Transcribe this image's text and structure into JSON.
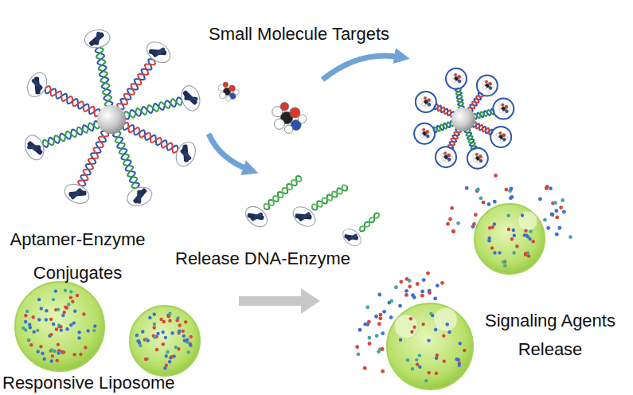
{
  "diagram": {
    "labels": [
      "Small Molecule Targets",
      "Aptamer-Enzyme Conjugates",
      "Release DNA-Enzyme",
      "Signaling Agents Release",
      "Responsive Liposome"
    ]
  }
}
